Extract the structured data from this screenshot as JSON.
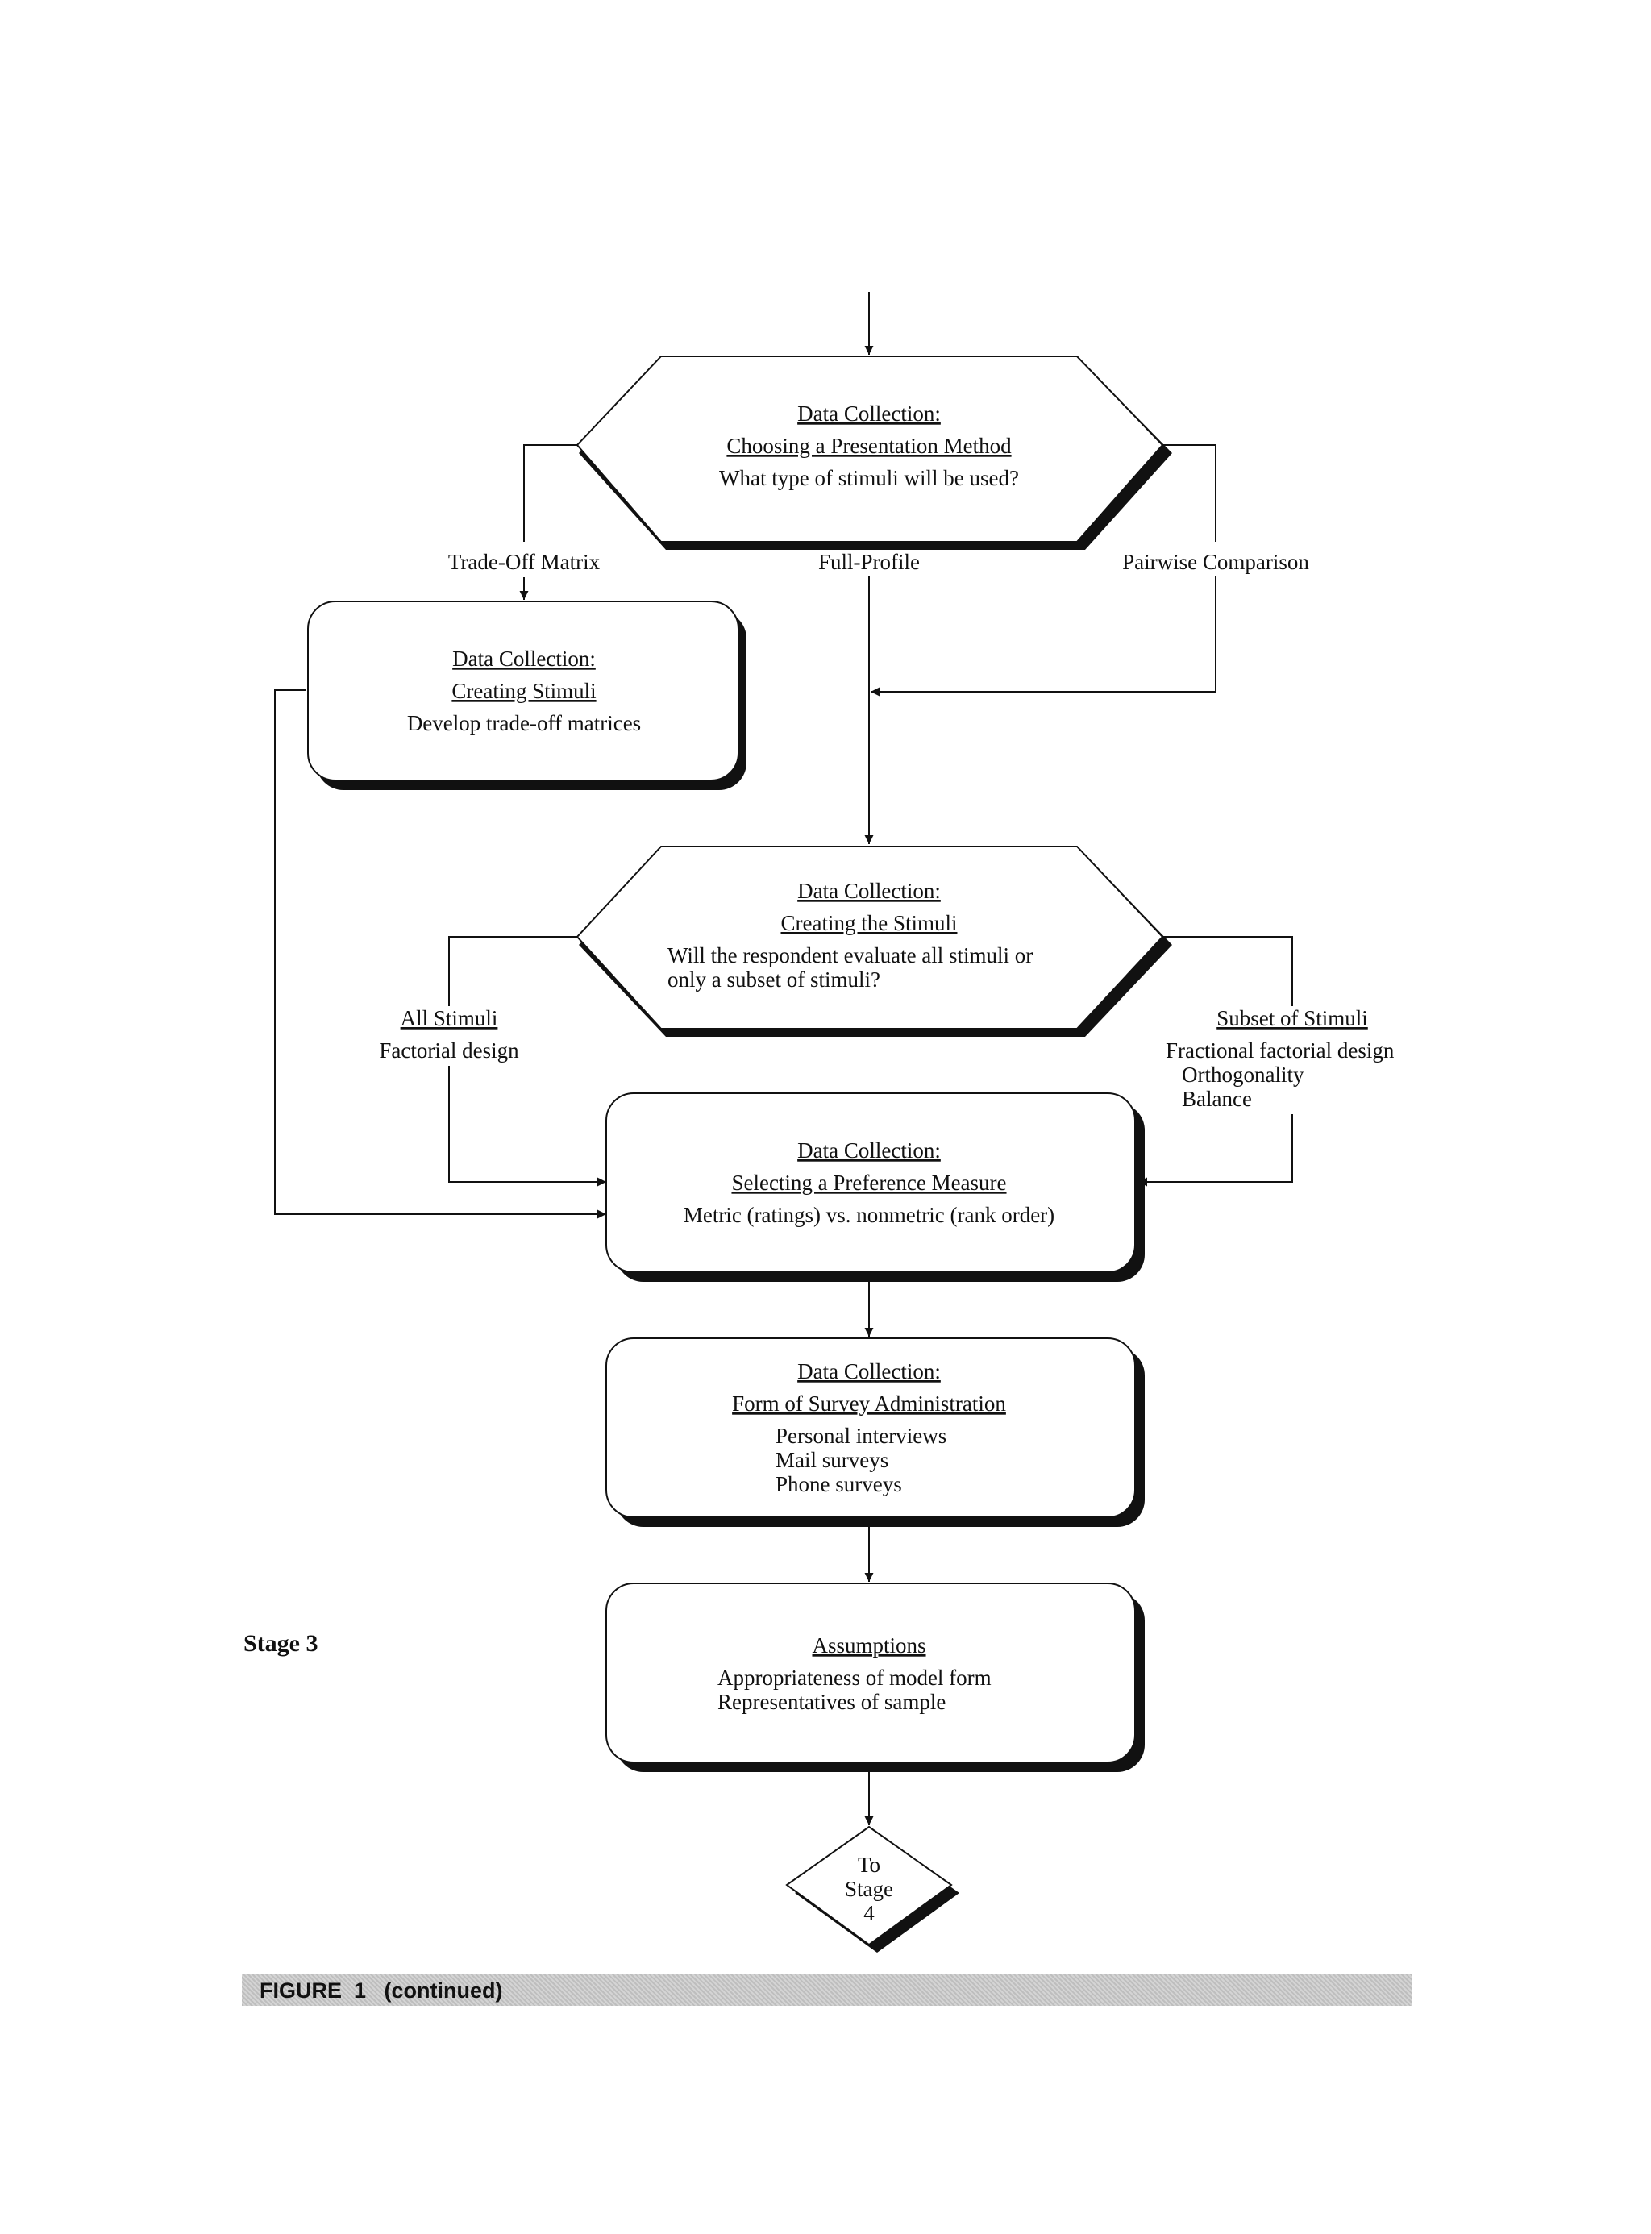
{
  "top_decision": {
    "title": "Data Collection:",
    "subtitle": "Choosing a Presentation Method",
    "question": "What type of stimuli will be used?"
  },
  "branches_top": {
    "left": "Trade-Off Matrix",
    "center": "Full-Profile",
    "right": "Pairwise Comparison"
  },
  "tradeoff_box": {
    "title": "Data Collection:",
    "subtitle": "Creating Stimuli",
    "text": "Develop trade-off matrices"
  },
  "stimuli_decision": {
    "title": "Data Collection:",
    "subtitle": "Creating the Stimuli",
    "line1": "Will the respondent evaluate all stimuli or",
    "line2": "only a subset of stimuli?"
  },
  "branches_mid": {
    "left_title": "All Stimuli",
    "left_text": "Factorial design",
    "right_title": "Subset of Stimuli",
    "right_line1": "Fractional factorial design",
    "right_line2": "Orthogonality",
    "right_line3": "Balance"
  },
  "preference_box": {
    "title": "Data Collection:",
    "subtitle": "Selecting a Preference Measure",
    "text": "Metric (ratings) vs. nonmetric (rank order)"
  },
  "survey_box": {
    "title": "Data Collection:",
    "subtitle": "Form of Survey Administration",
    "items": [
      "Personal interviews",
      "Mail surveys",
      "Phone surveys"
    ]
  },
  "assumptions_box": {
    "title": "Assumptions",
    "items": [
      "Appropriateness of model form",
      "Representatives of sample"
    ]
  },
  "stage_label": "Stage 3",
  "next_stage": [
    "To",
    "Stage",
    "4"
  ],
  "caption": "FIGURE  1   (continued)"
}
